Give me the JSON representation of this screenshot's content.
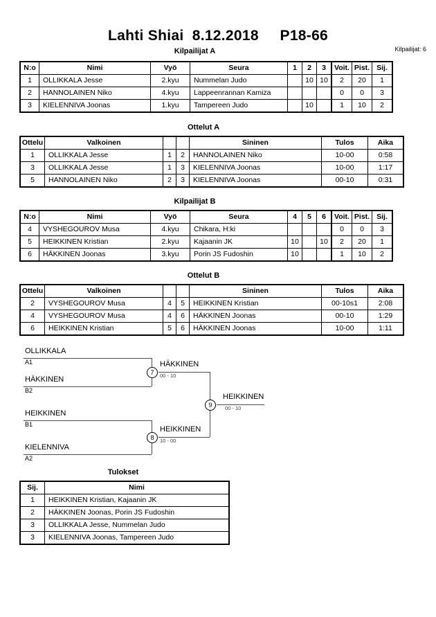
{
  "header": {
    "title": "Lahti Shiai  8.12.2018     P18-66",
    "entrant_count": "Kilpailijat: 6"
  },
  "pool_a": {
    "caption": "Kilpailijat A",
    "columns": [
      "N:o",
      "Nimi",
      "Vyö",
      "Seura",
      "1",
      "2",
      "3",
      "Voit.",
      "Pist.",
      "Sij."
    ],
    "rows": [
      {
        "no": "1",
        "name": "OLLIKKALA Jesse",
        "belt": "2.kyu",
        "club": "Nummelan Judo",
        "r1": "",
        "r2": "10",
        "r3": "10",
        "wins": "2",
        "points": "20",
        "rank": "1"
      },
      {
        "no": "2",
        "name": "HANNOLAINEN Niko",
        "belt": "4.kyu",
        "club": "Lappeenrannan Kamiza",
        "r1": "",
        "r2": "",
        "r3": "",
        "wins": "0",
        "points": "0",
        "rank": "3"
      },
      {
        "no": "3",
        "name": "KIELENNIVA Joonas",
        "belt": "1.kyu",
        "club": "Tampereen Judo",
        "r1": "",
        "r2": "10",
        "r3": "",
        "wins": "1",
        "points": "10",
        "rank": "2"
      }
    ]
  },
  "matches_a": {
    "caption": "Ottelut A",
    "columns": [
      "Ottelu",
      "Valkoinen",
      "",
      "",
      "Sininen",
      "Tulos",
      "Aika"
    ],
    "rows": [
      {
        "no": "1",
        "white": "OLLIKKALA Jesse",
        "wn": "1",
        "bn": "2",
        "blue": "HANNOLAINEN Niko",
        "result": "10-00",
        "time": "0:58"
      },
      {
        "no": "3",
        "white": "OLLIKKALA Jesse",
        "wn": "1",
        "bn": "3",
        "blue": "KIELENNIVA Joonas",
        "result": "10-00",
        "time": "1:17"
      },
      {
        "no": "5",
        "white": "HANNOLAINEN Niko",
        "wn": "2",
        "bn": "3",
        "blue": "KIELENNIVA Joonas",
        "result": "00-10",
        "time": "0:31"
      }
    ]
  },
  "pool_b": {
    "caption": "Kilpailijat B",
    "columns": [
      "N:o",
      "Nimi",
      "Vyö",
      "Seura",
      "4",
      "5",
      "6",
      "Voit.",
      "Pist.",
      "Sij."
    ],
    "rows": [
      {
        "no": "4",
        "name": "VYSHEGOUROV Musa",
        "belt": "4.kyu",
        "club": "Chikara, H:ki",
        "r1": "",
        "r2": "",
        "r3": "",
        "wins": "0",
        "points": "0",
        "rank": "3"
      },
      {
        "no": "5",
        "name": "HEIKKINEN Kristian",
        "belt": "2.kyu",
        "club": "Kajaanin JK",
        "r1": "10",
        "r2": "",
        "r3": "10",
        "wins": "2",
        "points": "20",
        "rank": "1"
      },
      {
        "no": "6",
        "name": "HÄKKINEN Joonas",
        "belt": "3.kyu",
        "club": "Porin JS Fudoshin",
        "r1": "10",
        "r2": "",
        "r3": "",
        "wins": "1",
        "points": "10",
        "rank": "2"
      }
    ]
  },
  "matches_b": {
    "caption": "Ottelut B",
    "columns": [
      "Ottelu",
      "Valkoinen",
      "",
      "",
      "Sininen",
      "Tulos",
      "Aika"
    ],
    "rows": [
      {
        "no": "2",
        "white": "VYSHEGOUROV Musa",
        "wn": "4",
        "bn": "5",
        "blue": "HEIKKINEN Kristian",
        "result": "00-10s1",
        "time": "2:08"
      },
      {
        "no": "4",
        "white": "VYSHEGOUROV Musa",
        "wn": "4",
        "bn": "6",
        "blue": "HÄKKINEN Joonas",
        "result": "00-10",
        "time": "1:29"
      },
      {
        "no": "6",
        "white": "HEIKKINEN Kristian",
        "wn": "5",
        "bn": "6",
        "blue": "HÄKKINEN Joonas",
        "result": "10-00",
        "time": "1:11"
      }
    ]
  },
  "bracket": {
    "entries": [
      {
        "name": "OLLIKKALA",
        "seed": "A1"
      },
      {
        "name": "HÄKKINEN",
        "seed": "B2"
      },
      {
        "name": "HEIKKINEN",
        "seed": "B1"
      },
      {
        "name": "KIELENNIVA",
        "seed": "A2"
      }
    ],
    "matches": [
      {
        "number": "7",
        "winner": "HÄKKINEN",
        "score": "00 - 10"
      },
      {
        "number": "8",
        "winner": "HEIKKINEN",
        "score": "10 - 00"
      },
      {
        "number": "9",
        "winner": "HEIKKINEN",
        "score": "00 - 10"
      }
    ]
  },
  "results": {
    "caption": "Tulokset",
    "columns": [
      "Sij.",
      "Nimi"
    ],
    "rows": [
      {
        "rank": "1",
        "name": "HEIKKINEN Kristian, Kajaanin JK"
      },
      {
        "rank": "2",
        "name": "HÄKKINEN Joonas, Porin JS Fudoshin"
      },
      {
        "rank": "3",
        "name": "OLLIKKALA Jesse, Nummelan Judo"
      },
      {
        "rank": "3",
        "name": "KIELENNIVA Joonas, Tampereen Judo"
      }
    ]
  }
}
